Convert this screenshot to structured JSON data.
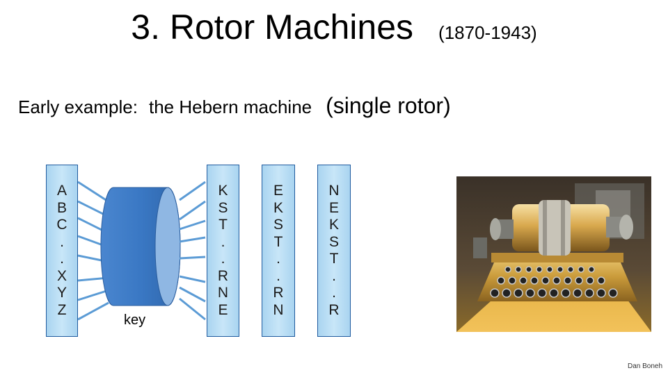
{
  "title": {
    "main": "3. Rotor Machines",
    "years": "(1870-1943)"
  },
  "subtitle": {
    "part1": "Early example:",
    "part2": "the Hebern machine",
    "part3": "(single rotor)"
  },
  "columns": {
    "input": [
      "A",
      "B",
      "C",
      ".",
      ".",
      "X",
      "Y",
      "Z"
    ],
    "rotor_out": [
      "K",
      "S",
      "T",
      ".",
      ".",
      "R",
      "N",
      "E"
    ],
    "step2": [
      "E",
      "K",
      "S",
      "T",
      ".",
      ".",
      "R",
      "N"
    ],
    "step3": [
      "N",
      "E",
      "K",
      "S",
      "T",
      ".",
      ".",
      "R"
    ]
  },
  "key_label": "key",
  "credit": "Dan Boneh",
  "icons": {
    "rotor": "rotor-cylinder-icon",
    "machine_photo": "hebern-machine-photo"
  },
  "colors": {
    "column_fill": "#c8e6f8",
    "column_border": "#1e5a9e",
    "rotor_body": "#3a78c4",
    "rotor_face": "#8fb7e3",
    "wire": "#5b9bd5"
  }
}
